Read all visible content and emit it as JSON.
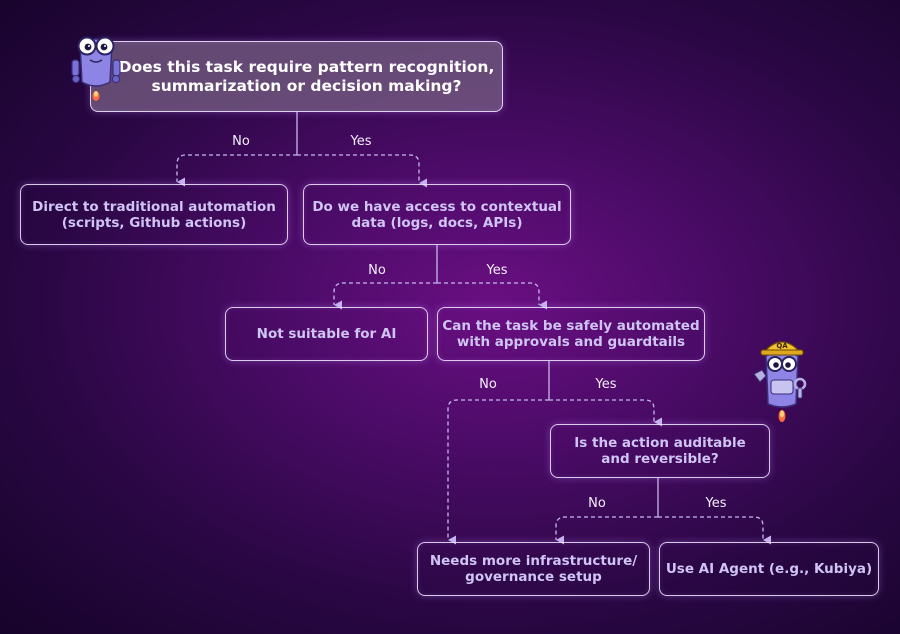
{
  "nodes": {
    "start": "Does this task require pattern recognition,\nsummarization or decision making?",
    "traditional": "Direct to traditional automation\n(scripts, Github actions)",
    "context": "Do we have access to contextual\ndata (logs, docs, APIs)",
    "not_suitable": "Not suitable for AI",
    "safe": "Can the task be safely automated\nwith approvals and guardtails",
    "auditable": "Is the action auditable\nand  reversible?",
    "infra": "Needs more infrastructure/\ngovernance setup",
    "agent": "Use AI Agent (e.g., Kubiya)"
  },
  "edges": {
    "start_no": "No",
    "start_yes": "Yes",
    "context_no": "No",
    "context_yes": "Yes",
    "safe_no": "No",
    "safe_yes": "Yes",
    "auditable_no": "No",
    "auditable_yes": "Yes"
  },
  "mascot": {
    "badge": "QA"
  },
  "colors": {
    "line": "#c7b8ee",
    "text": "#cfc4f4"
  }
}
